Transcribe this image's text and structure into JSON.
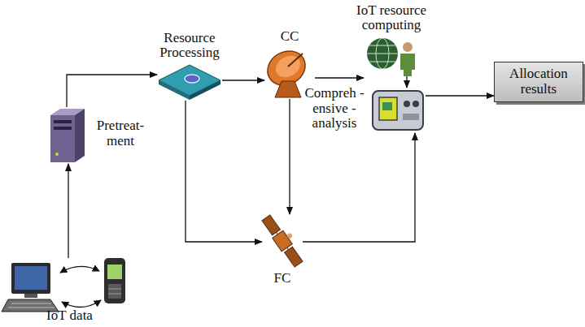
{
  "diagram": {
    "nodes": [
      {
        "text": [
          "IoT data"
        ]
      },
      {
        "text": [
          "Pretreat- ment"
        ]
      },
      {
        "text": [
          "Resource Processing"
        ]
      },
      {
        "text": [
          "CC"
        ]
      },
      {
        "text": [
          "IoT resource computing"
        ]
      },
      {
        "text": [
          "Compreh -ensive - analysis"
        ]
      },
      {
        "text": [
          "Allocation results"
        ]
      },
      {
        "text": [
          "FC"
        ]
      }
    ],
    "edges": [
      {
        "from": 0,
        "to": 1,
        "arrow": "to"
      },
      {
        "from": 1,
        "to": 2,
        "arrow": "to"
      },
      {
        "from": 2,
        "to": 3,
        "arrow": "to"
      },
      {
        "from": 3,
        "to": 4,
        "arrow": "to"
      },
      {
        "from": 4,
        "to": 5,
        "arrow": "to"
      },
      {
        "from": 3,
        "to": 7,
        "arrow": "to"
      },
      {
        "from": 2,
        "to": 7,
        "arrow": "to"
      },
      {
        "from": 7,
        "to": 5,
        "arrow": "to"
      },
      {
        "from": 5,
        "to": 6,
        "arrow": "to"
      }
    ]
  }
}
